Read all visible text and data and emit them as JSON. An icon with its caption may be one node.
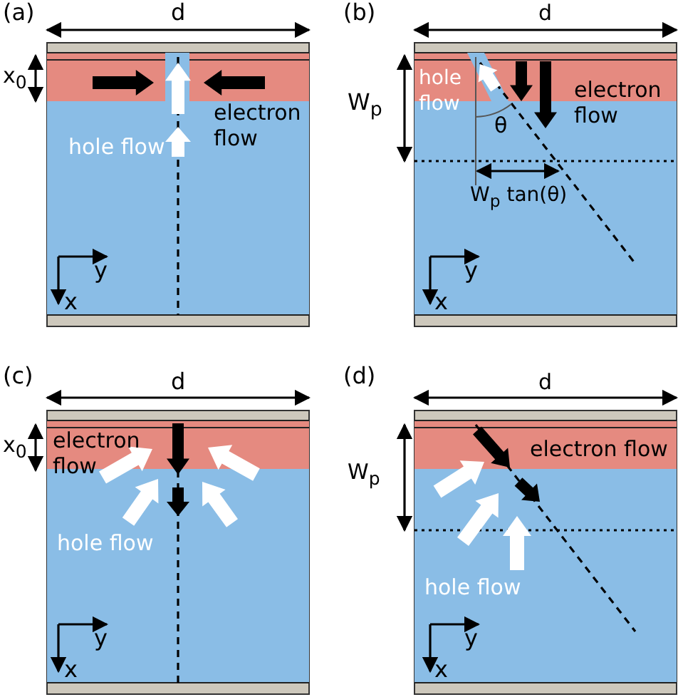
{
  "diagram": {
    "labels": [
      "(a)",
      "d",
      "x$_{0}$",
      "electron flow",
      "hole flow",
      "y",
      "x",
      "(b)",
      "d",
      "W$_{p}$",
      "hole flow",
      "electron flow",
      "θ",
      "W$_{p}$ tan(θ)",
      "y",
      "x",
      "(c)",
      "d",
      "x$_{0}$",
      "electron flow",
      "hole flow",
      "y",
      "x",
      "(d)",
      "d",
      "W$_{p}$",
      "electron flow",
      "hole flow",
      "y",
      "x"
    ]
  }
}
